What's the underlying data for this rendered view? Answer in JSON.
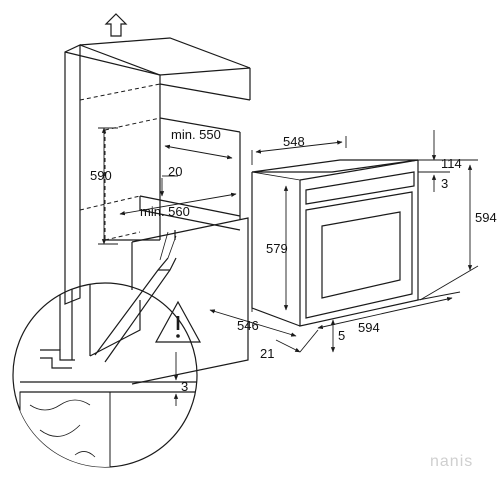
{
  "labels": {
    "cab_depth_min": "min. 550",
    "cab_height": "590",
    "gap": "20",
    "cab_width_min": "min. 560",
    "oven_depth": "548",
    "oven_top_depth": "114",
    "oven_top_small": "3",
    "oven_height_total": "594",
    "oven_inner_height": "579",
    "oven_side": "546",
    "oven_front_gap": "5",
    "oven_width": "594",
    "oven_door_depth": "21",
    "detail_gap": "3"
  },
  "watermark": "nanis"
}
